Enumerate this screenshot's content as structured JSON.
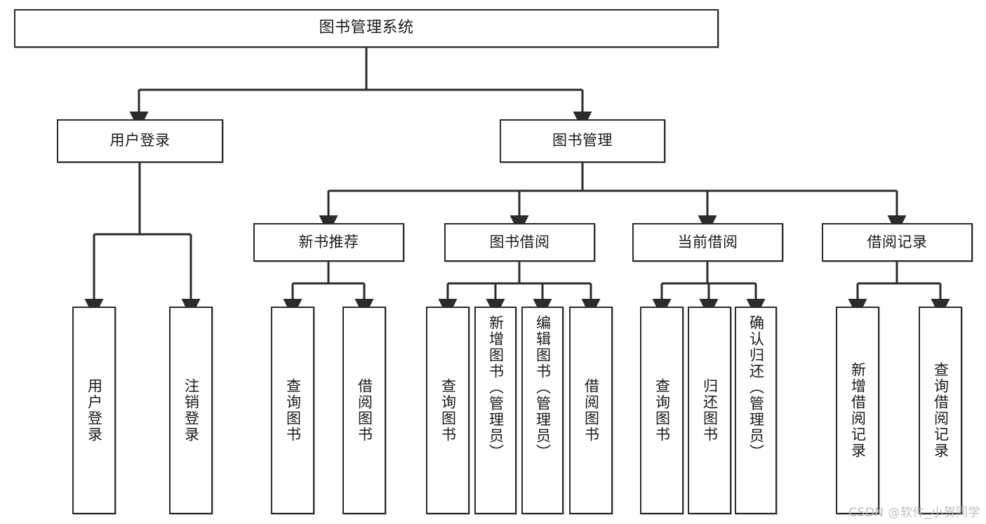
{
  "diagram": {
    "type": "tree-hierarchy-chart",
    "title": "图书管理系统",
    "colors": {
      "background": "#ffffff",
      "box_border": "#2b2b2b",
      "box_fill": "#ffffff",
      "connector": "#2b2b2b",
      "text": "#1a1a1a",
      "watermark": "#b9b9b9"
    },
    "root": {
      "label": "图书管理系统"
    },
    "level2": [
      {
        "label": "用户登录"
      },
      {
        "label": "图书管理"
      }
    ],
    "level3": [
      {
        "label": "新书推荐"
      },
      {
        "label": "图书借阅"
      },
      {
        "label": "当前借阅"
      },
      {
        "label": "借阅记录"
      }
    ],
    "leaves": {
      "user_login": [
        {
          "label": "用户登录"
        },
        {
          "label": "注销登录"
        }
      ],
      "new_book_recommend": [
        {
          "label": "查询图书"
        },
        {
          "label": "借阅图书"
        }
      ],
      "book_borrow": [
        {
          "label": "查询图书"
        },
        {
          "label": "新增图书（管理员）"
        },
        {
          "label": "编辑图书（管理员）"
        },
        {
          "label": "借阅图书"
        }
      ],
      "current_borrow": [
        {
          "label": "查询图书"
        },
        {
          "label": "归还图书"
        },
        {
          "label": "确认归还（管理员）"
        }
      ],
      "borrow_record": [
        {
          "label": "新增借阅记录"
        },
        {
          "label": "查询借阅记录"
        }
      ]
    },
    "watermark": "CSDN @软件_小贺同学"
  }
}
